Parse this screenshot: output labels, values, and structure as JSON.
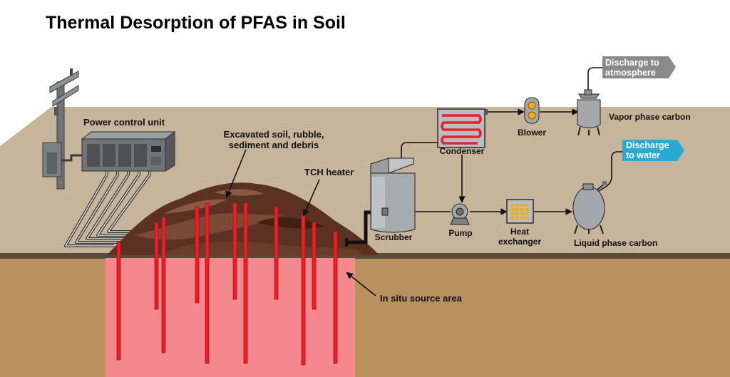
{
  "title": "Thermal Desorption of PFAS in Soil",
  "labels": {
    "power_control_unit": "Power control unit",
    "excavated_line1": "Excavated soil, rubble,",
    "excavated_line2": "sediment and debris",
    "tch_heater": "TCH heater",
    "in_situ": "In situ source area",
    "scrubber": "Scrubber",
    "condenser": "Condenser",
    "blower": "Blower",
    "pump": "Pump",
    "heat_exchanger_line1": "Heat",
    "heat_exchanger_line2": "exchanger",
    "vapor_phase_carbon": "Vapor phase carbon",
    "liquid_phase_carbon": "Liquid phase carbon",
    "discharge_atmosphere_line1": "Discharge to",
    "discharge_atmosphere_line2": "atmosphere",
    "discharge_water_line1": "Discharge",
    "discharge_water_line2": "to water"
  },
  "colors": {
    "ground_surface": "#c6b59a",
    "subsoil": "#b8915f",
    "soil_edge": "#5a4a3a",
    "heated_zone": "#f4888c",
    "heater_rod": "#e8202a",
    "soil_pile": "#5b3222",
    "equipment": "#a4a8ab",
    "discharge_atmosphere_tag": "#8a8a8a",
    "discharge_water_tag": "#2aa9d6"
  },
  "icons": {
    "utility_pole": "utility-pole-icon",
    "power_unit": "power-control-unit-icon",
    "scrubber": "scrubber-tower-icon",
    "condenser": "condenser-coil-icon",
    "blower": "blower-icon",
    "pump": "pump-icon",
    "heat_exchanger": "heat-exchanger-icon",
    "vapor_vessel": "vapor-carbon-vessel-icon",
    "liquid_vessel": "liquid-carbon-vessel-icon"
  }
}
